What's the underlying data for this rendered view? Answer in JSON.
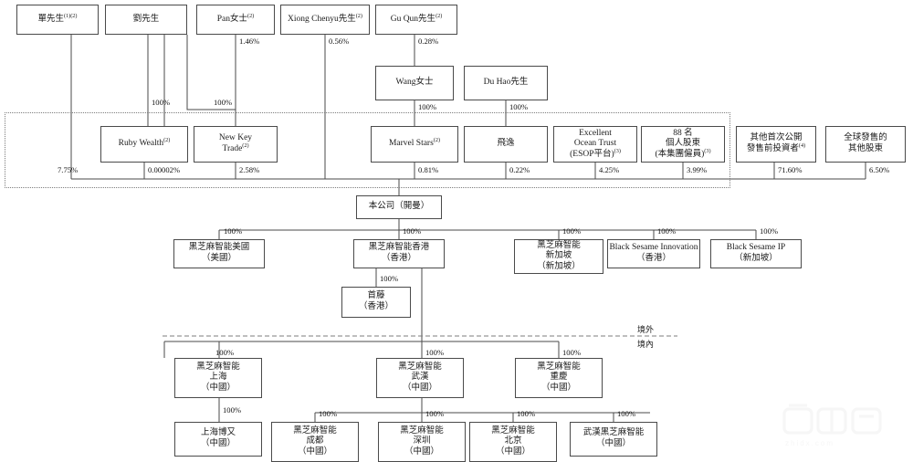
{
  "diagram": {
    "title": "Shareholding Structure Chart",
    "offshore_label": "境外",
    "onshore_label": "境內",
    "watermark": {
      "logo": "智东西",
      "url": "zhidx.com"
    }
  },
  "nodes": {
    "shan": {
      "label": "單先生",
      "sup": "(1)(2)"
    },
    "liu": {
      "label": "劉先生",
      "sup": ""
    },
    "pan": {
      "label": "Pan女士",
      "sup": "(2)"
    },
    "xiong": {
      "label": "Xiong Chenyu先生",
      "sup": "(2)"
    },
    "guqun": {
      "label": "Gu Qun先生",
      "sup": "(2)"
    },
    "wang": {
      "label": "Wang女士",
      "sup": ""
    },
    "duhao": {
      "label": "Du Hao先生",
      "sup": ""
    },
    "ruby": {
      "label": "Ruby Wealth",
      "sup": "(2)"
    },
    "newkey": {
      "line1": "New Key",
      "line2": "Trade",
      "sup": "(2)"
    },
    "marvel": {
      "label": "Marvel Stars",
      "sup": "(2)"
    },
    "feitong": {
      "label": "飛逸",
      "sup": ""
    },
    "esop": {
      "line1": "Excellent",
      "line2": "Ocean Trust",
      "line3": "(ESOP平台)",
      "sup": "(3)"
    },
    "individuals": {
      "line1": "88 名",
      "line2": "個人股東",
      "line3": "(本集團僱員)",
      "sup": "(3)"
    },
    "preipo": {
      "line1": "其他首次公開",
      "line2": "發售前投資者",
      "sup": "(4)"
    },
    "globalother": {
      "line1": "全球發售的",
      "line2": "其他股東",
      "sup": ""
    },
    "company": {
      "label": "本公司（開曼）",
      "sup": ""
    },
    "bsi_us": {
      "line1": "黑芝麻智能美國",
      "line2": "（美國）"
    },
    "bsi_hk": {
      "line1": "黑芝麻智能香港",
      "line2": "（香港）"
    },
    "bsi_sg": {
      "line1": "黑芝麻智能",
      "line2": "新加坡",
      "line3": "（新加坡）"
    },
    "bs_innovation": {
      "line1": "Black Sesame Innovation",
      "line2": "（香港）"
    },
    "bs_ip": {
      "line1": "Black Sesame IP",
      "line2": "（新加坡）"
    },
    "shouteng": {
      "line1": "首藤",
      "line2": "（香港）"
    },
    "bsi_shanghai": {
      "line1": "黑芝麻智能",
      "line2": "上海",
      "line3": "（中國）"
    },
    "bsi_wuhan": {
      "line1": "黑芝麻智能",
      "line2": "武漢",
      "line3": "（中國）"
    },
    "bsi_chongqing": {
      "line1": "黑芝麻智能",
      "line2": "重慶",
      "line3": "（中國）"
    },
    "shanghai_boyou": {
      "line1": "上海博又",
      "line2": "（中國）"
    },
    "bsi_chengdu": {
      "line1": "黑芝麻智能",
      "line2": "成都",
      "line3": "（中國）"
    },
    "bsi_shenzhen": {
      "line1": "黑芝麻智能",
      "line2": "深圳",
      "line3": "（中國）"
    },
    "bsi_beijing": {
      "line1": "黑芝麻智能",
      "line2": "北京",
      "line3": "（中國）"
    },
    "wuhan_bsi": {
      "line1": "武漢黑芝麻智能",
      "line2": "（中國）"
    }
  },
  "percentages": {
    "pan_to_company": "1.46%",
    "xiong_to_company": "0.56%",
    "guqun_to_company": "0.28%",
    "shan_to_ruby": "100%",
    "liu_to_newkey": "100%",
    "wang_to_marvel": "100%",
    "duhao_to_feitong": "100%",
    "shan_direct": "7.75%",
    "ruby_pct": "0.00002%",
    "newkey_pct": "2.58%",
    "marvel_pct": "0.81%",
    "feitong_pct": "0.22%",
    "esop_pct": "4.25%",
    "individuals_pct": "3.99%",
    "preipo_pct": "71.60%",
    "globalother_pct": "6.50%",
    "company_to_us": "100%",
    "company_to_hk": "100%",
    "company_to_sg": "100%",
    "company_to_innovation": "100%",
    "company_to_ip": "100%",
    "hk_to_shouteng": "100%",
    "hk_to_shanghai": "100%",
    "hk_to_wuhan": "100%",
    "hk_to_chongqing": "100%",
    "shanghai_to_boyou": "100%",
    "wuhan_to_chengdu": "100%",
    "wuhan_to_shenzhen": "100%",
    "wuhan_to_beijing": "100%",
    "wuhan_to_wuhanbsi": "100%"
  }
}
